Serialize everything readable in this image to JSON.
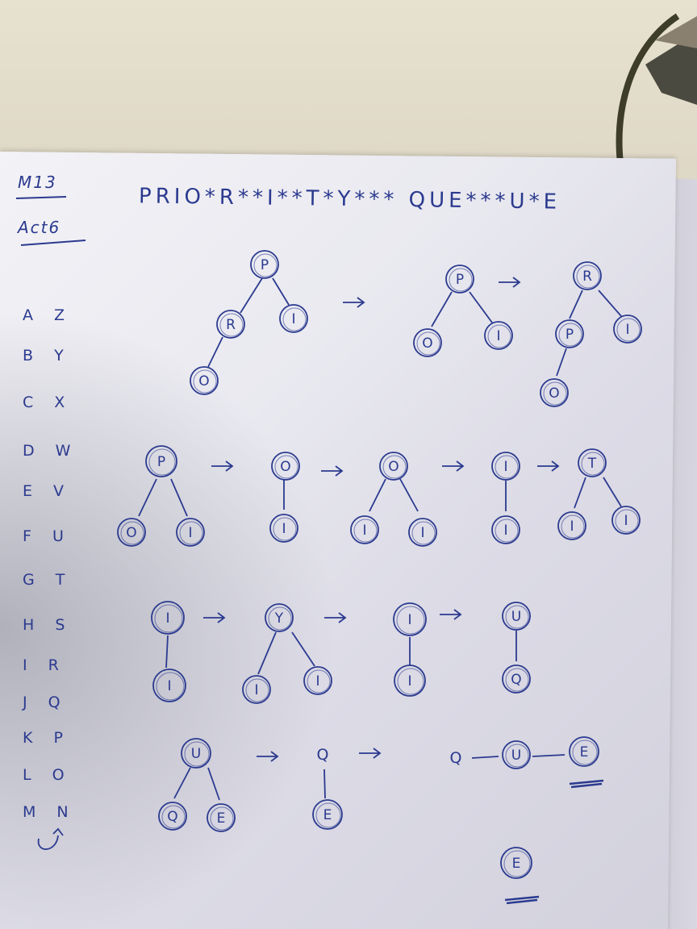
{
  "notebook": {
    "header_label_1": "M13",
    "header_label_2": "Act6",
    "title": "PRIO*R**I**T*Y*** QUE***U*E",
    "alphabet_pairs": [
      "A Z",
      "B Y",
      "C X",
      "D W",
      "E V",
      "F U",
      "G T",
      "H S",
      "I R",
      "J Q",
      "K P",
      "L O",
      "M N"
    ],
    "trees": {
      "row1": [
        {
          "nodes": [
            "P",
            "R",
            "I",
            "O"
          ]
        },
        {
          "nodes": [
            "P",
            "O",
            "I"
          ]
        },
        {
          "nodes": [
            "R",
            "P",
            "I",
            "O"
          ]
        }
      ],
      "row2": [
        {
          "nodes": [
            "P",
            "O",
            "I"
          ]
        },
        {
          "nodes": [
            "O",
            "I"
          ]
        },
        {
          "nodes": [
            "O",
            "I",
            "I"
          ]
        },
        {
          "nodes": [
            "I",
            "I"
          ]
        },
        {
          "nodes": [
            "T",
            "I",
            "I"
          ]
        }
      ],
      "row3": [
        {
          "nodes": [
            "I",
            "I"
          ]
        },
        {
          "nodes": [
            "Y",
            "I",
            "I"
          ]
        },
        {
          "nodes": [
            "I",
            "I"
          ]
        },
        {
          "nodes": [
            "U",
            "Q"
          ]
        }
      ],
      "row4": [
        {
          "nodes": [
            "U",
            "Q",
            "E"
          ]
        },
        {
          "nodes": [
            "Q",
            "E"
          ]
        },
        {
          "nodes": [
            "Q",
            "U",
            "E"
          ]
        }
      ],
      "final": {
        "nodes": [
          "E"
        ]
      }
    }
  }
}
